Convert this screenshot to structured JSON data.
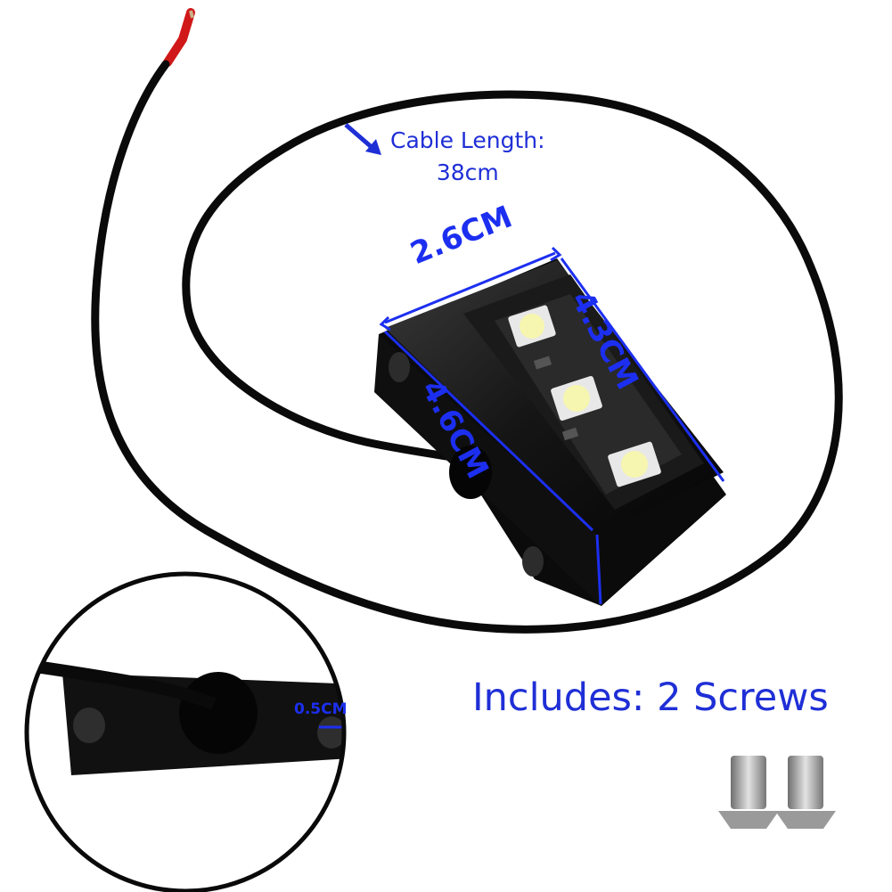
{
  "labels": {
    "cable_length_title": "Cable Length:",
    "cable_length_value": "38cm",
    "includes": "Includes: 2 Screws"
  },
  "dimensions": {
    "width": "2.6CM",
    "length": "4.3CM",
    "base": "4.6CM",
    "hole": "0.5CM"
  },
  "colors": {
    "annotation": "#1f2fd6",
    "housing": "#111111",
    "led": "#f4f4c8",
    "pcb": "#2a2a2a",
    "wire_red": "#d01818"
  }
}
